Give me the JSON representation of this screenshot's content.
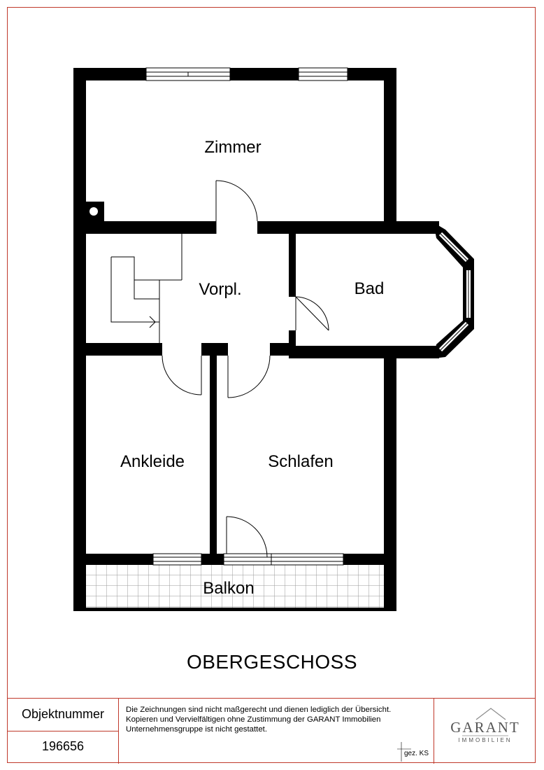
{
  "rooms": {
    "zimmer": "Zimmer",
    "vorpl": "Vorpl.",
    "bad": "Bad",
    "ankleide": "Ankleide",
    "schlafen": "Schlafen",
    "balkon": "Balkon"
  },
  "floor_title": "OBERGESCHOSS",
  "footer": {
    "object_label": "Objektnummer",
    "object_number": "196656",
    "disclaimer": [
      "Die Zeichnungen sind nicht maßgerecht und dienen lediglich der Übersicht.",
      "Kopieren und Vervielfältigen ohne Zustimmung der GARANT Immobilien",
      "Unternehmensgruppe ist nicht gestattet."
    ],
    "logo_main": "GARANT",
    "logo_sub": "IMMOBILIEN",
    "drawn_by": "gez. KS"
  },
  "colors": {
    "wall": "#000000",
    "frame": "#c0392b",
    "logo": "#555555"
  }
}
